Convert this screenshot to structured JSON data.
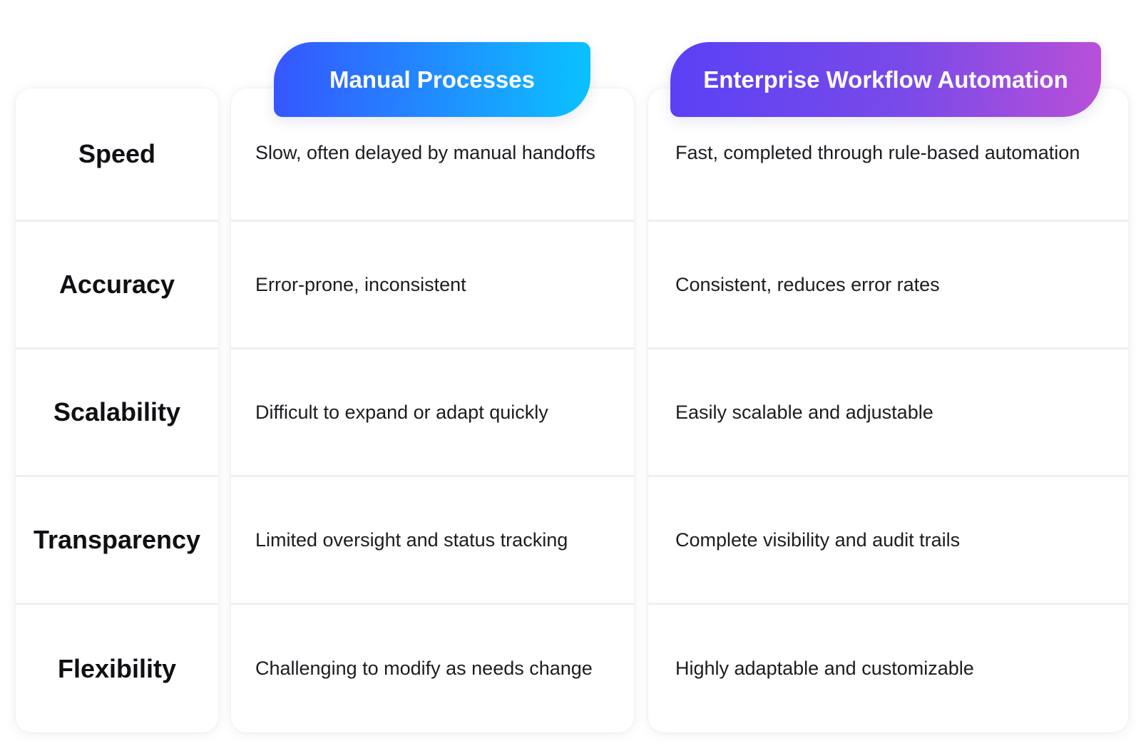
{
  "columns": {
    "manual": {
      "title": "Manual Processes",
      "colors": [
        "#3656ff",
        "#0ac2ff"
      ]
    },
    "automation": {
      "title": "Enterprise Workflow Automation",
      "colors": [
        "#5a41f5",
        "#b850d8"
      ]
    }
  },
  "rows": [
    {
      "label": "Speed",
      "manual": "Slow, often delayed by manual handoffs",
      "automation": "Fast, completed through rule-based automation"
    },
    {
      "label": "Accuracy",
      "manual": "Error-prone, inconsistent",
      "automation": "Consistent, reduces error rates"
    },
    {
      "label": "Scalability",
      "manual": "Difficult to expand or adapt quickly",
      "automation": "Easily scalable and adjustable"
    },
    {
      "label": "Transparency",
      "manual": "Limited oversight and status tracking",
      "automation": "Complete visibility and audit trails"
    },
    {
      "label": "Flexibility",
      "manual": "Challenging to modify as needs change",
      "automation": "Highly adaptable and customizable"
    }
  ]
}
